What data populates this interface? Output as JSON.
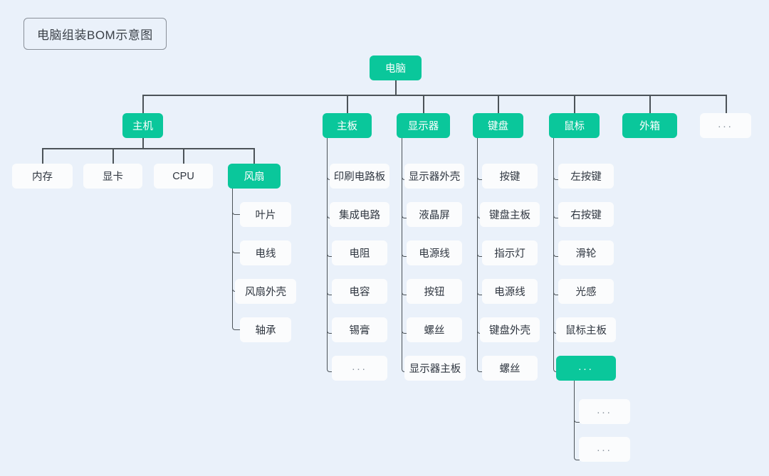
{
  "title": "电脑组装BOM示意图",
  "colors": {
    "background": "#eaf1fa",
    "accent_green": "#0ac79b",
    "node_plain": "#fbfcfd",
    "line": "#4c5358",
    "text_dark": "#2f3640",
    "text_light": "#ffffff"
  },
  "diagram": {
    "type": "tree",
    "root": {
      "label": "电脑",
      "style": "green"
    },
    "level1": [
      {
        "label": "主机",
        "style": "green"
      },
      {
        "label": "主板",
        "style": "green"
      },
      {
        "label": "显示器",
        "style": "green"
      },
      {
        "label": "键盘",
        "style": "green"
      },
      {
        "label": "鼠标",
        "style": "green"
      },
      {
        "label": "外箱",
        "style": "green"
      },
      {
        "label": "...",
        "style": "plain"
      }
    ],
    "host_children": [
      {
        "label": "内存",
        "style": "plain"
      },
      {
        "label": "显卡",
        "style": "plain"
      },
      {
        "label": "CPU",
        "style": "plain"
      },
      {
        "label": "风扇",
        "style": "green"
      }
    ],
    "fan_children": [
      {
        "label": "叶片",
        "style": "plain"
      },
      {
        "label": "电线",
        "style": "plain"
      },
      {
        "label": "风扇外壳",
        "style": "plain"
      },
      {
        "label": "轴承",
        "style": "plain"
      }
    ],
    "mainboard_children": [
      {
        "label": "印刷电路板",
        "style": "plain"
      },
      {
        "label": "集成电路",
        "style": "plain"
      },
      {
        "label": "电阻",
        "style": "plain"
      },
      {
        "label": "电容",
        "style": "plain"
      },
      {
        "label": "锡膏",
        "style": "plain"
      },
      {
        "label": "...",
        "style": "plain"
      }
    ],
    "monitor_children": [
      {
        "label": "显示器外壳",
        "style": "plain"
      },
      {
        "label": "液晶屏",
        "style": "plain"
      },
      {
        "label": "电源线",
        "style": "plain"
      },
      {
        "label": "按钮",
        "style": "plain"
      },
      {
        "label": "螺丝",
        "style": "plain"
      },
      {
        "label": "显示器主板",
        "style": "plain"
      }
    ],
    "keyboard_children": [
      {
        "label": "按键",
        "style": "plain"
      },
      {
        "label": "键盘主板",
        "style": "plain"
      },
      {
        "label": "指示灯",
        "style": "plain"
      },
      {
        "label": "电源线",
        "style": "plain"
      },
      {
        "label": "键盘外壳",
        "style": "plain"
      },
      {
        "label": "螺丝",
        "style": "plain"
      }
    ],
    "mouse_children": [
      {
        "label": "左按键",
        "style": "plain"
      },
      {
        "label": "右按键",
        "style": "plain"
      },
      {
        "label": "滑轮",
        "style": "plain"
      },
      {
        "label": "光感",
        "style": "plain"
      },
      {
        "label": "鼠标主板",
        "style": "plain"
      },
      {
        "label": "...",
        "style": "green"
      }
    ],
    "mouse_more_children": [
      {
        "label": "...",
        "style": "plain"
      },
      {
        "label": "...",
        "style": "plain"
      }
    ]
  }
}
